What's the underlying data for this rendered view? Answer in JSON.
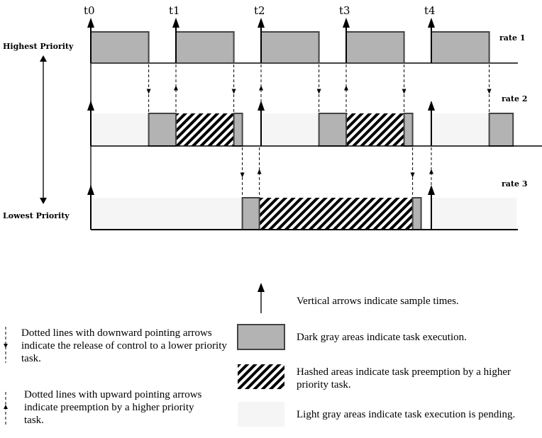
{
  "labels": {
    "highest_priority": "Highest Priority",
    "lowest_priority": "Lowest Priority"
  },
  "sample_times": [
    "t0",
    "t1",
    "t2",
    "t3",
    "t4"
  ],
  "rates": [
    {
      "name": "rate 1",
      "execution": [
        [
          0,
          0.68
        ],
        [
          1,
          1.68
        ],
        [
          2,
          2.68
        ],
        [
          3,
          3.68
        ],
        [
          4,
          4.68
        ]
      ],
      "hashed": [],
      "pending": [],
      "sample_arrows": [
        0,
        1,
        2,
        3,
        4
      ]
    },
    {
      "name": "rate 2",
      "execution": [
        [
          0.68,
          1.0
        ],
        [
          1.68,
          1.78
        ],
        [
          2.68,
          3.0
        ],
        [
          3.68,
          3.78
        ],
        [
          4.68,
          4.96
        ]
      ],
      "hashed": [
        [
          1.0,
          1.68
        ],
        [
          3.0,
          3.68
        ]
      ],
      "pending": [
        [
          0,
          0.68
        ],
        [
          2,
          2.68
        ],
        [
          4,
          4.68
        ]
      ],
      "sample_arrows": [
        0,
        2,
        4
      ],
      "release_arrows_down": [
        0.68,
        2.68,
        4.68
      ],
      "preempt_arrows_up": [
        1.0,
        3.0
      ]
    },
    {
      "name": "rate 3",
      "execution": [
        [
          1.78,
          1.98
        ],
        [
          3.78,
          3.88
        ]
      ],
      "hashed": [
        [
          1.98,
          3.78
        ]
      ],
      "pending": [
        [
          0,
          1.78
        ],
        [
          4,
          5.0
        ]
      ],
      "sample_arrows": [
        0,
        4
      ],
      "release_arrows_down": [
        1.78,
        3.78
      ],
      "preempt_arrows_up": [
        1.98,
        4.0
      ]
    }
  ],
  "rate1_release_down": [
    0.68,
    2.68,
    4.68
  ],
  "rate1_preempt_up": [
    1.0,
    2.0,
    3.0
  ],
  "rate1_extra_down": [
    1.68,
    3.68
  ],
  "legend": {
    "sample_times": "Vertical arrows indicate sample times.",
    "execution": "Dark gray areas indicate task execution.",
    "hashed": "Hashed areas indicate task preemption by a higher priority task.",
    "pending": "Light gray areas indicate task execution is pending.",
    "release": "Dotted lines with downward pointing arrows indicate the release of control to a lower priority task.",
    "preemption": "Dotted lines with upward pointing arrows indicate preemption by a higher priority task."
  },
  "colors": {
    "execution": "#b3b3b3",
    "pending": "#f5f5f5",
    "outline": "#444444"
  }
}
